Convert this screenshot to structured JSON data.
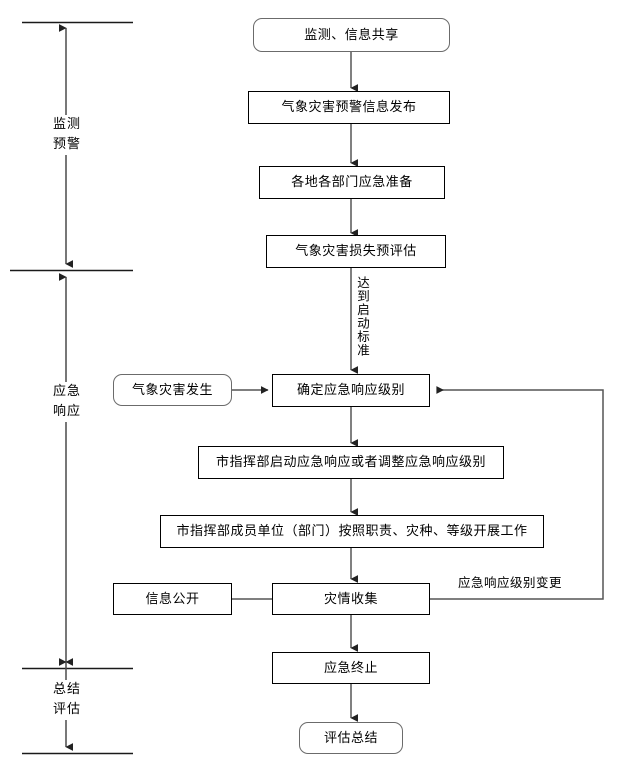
{
  "diagram": {
    "title_text": "",
    "colors": {
      "line": "#555555",
      "bracket": "#1a1a1a",
      "node_border": "#000000",
      "rounded_border": "#6b6b6b",
      "text": "#000000",
      "background": "#ffffff"
    },
    "phases": [
      {
        "id": "phase-monitoring",
        "label": "监测\n预警",
        "line1": "监测",
        "line2": "预警"
      },
      {
        "id": "phase-response",
        "label": "应急\n响应",
        "line1": "应急",
        "line2": "响应"
      },
      {
        "id": "phase-summary",
        "label": "总结\n评估",
        "line1": "总结",
        "line2": "评估"
      }
    ],
    "nodes": [
      {
        "id": "node-monitor-share",
        "label": "监测、信息共享",
        "shape": "rounded"
      },
      {
        "id": "node-warning-release",
        "label": "气象灾害预警信息发布",
        "shape": "rect"
      },
      {
        "id": "node-emergency-prep",
        "label": "各地各部门应急准备",
        "shape": "rect"
      },
      {
        "id": "node-loss-preassess",
        "label": "气象灾害损失预评估",
        "shape": "rect"
      },
      {
        "id": "node-disaster-occurs",
        "label": "气象灾害发生",
        "shape": "rounded"
      },
      {
        "id": "node-determine-level",
        "label": "确定应急响应级别",
        "shape": "rect"
      },
      {
        "id": "node-hq-activate",
        "label": "市指挥部启动应急响应或者调整应急响应级别",
        "shape": "rect"
      },
      {
        "id": "node-member-units",
        "label": "市指挥部成员单位（部门）按照职责、灾种、等级开展工作",
        "shape": "rect"
      },
      {
        "id": "node-info-disclosure",
        "label": "信息公开",
        "shape": "rect"
      },
      {
        "id": "node-disaster-collect",
        "label": "灾情收集",
        "shape": "rect"
      },
      {
        "id": "node-emergency-end",
        "label": "应急终止",
        "shape": "rect"
      },
      {
        "id": "node-assess-summary",
        "label": "评估总结",
        "shape": "rounded"
      }
    ],
    "edge_labels": [
      {
        "id": "label-activation-standard",
        "text": "达到启动标准",
        "orientation": "vertical"
      },
      {
        "id": "label-level-change",
        "text": "应急响应级别变更",
        "orientation": "horizontal"
      }
    ]
  }
}
